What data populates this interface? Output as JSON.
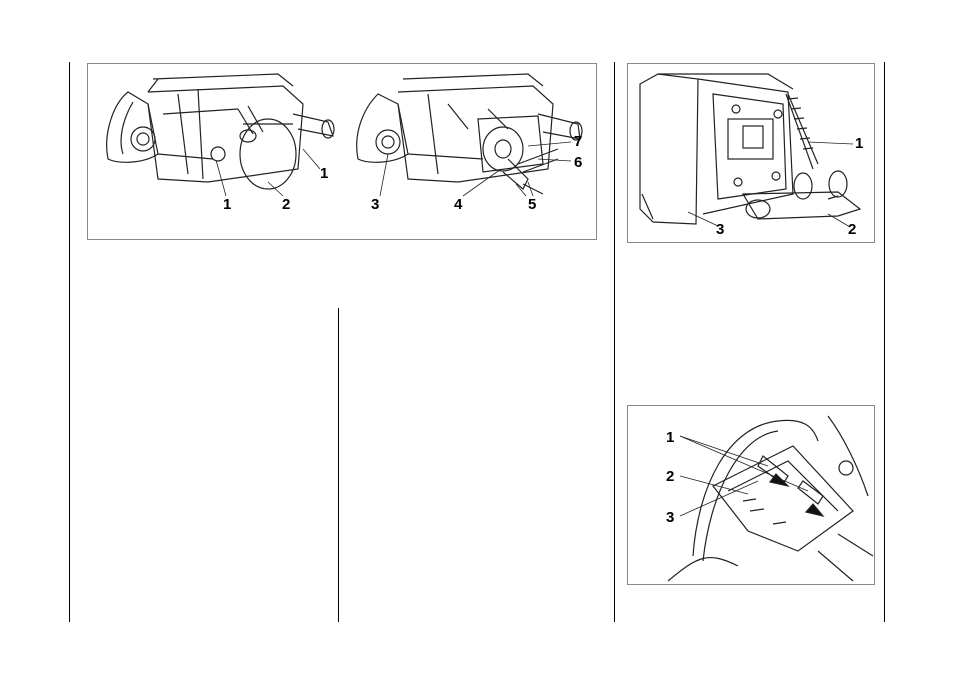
{
  "figures": {
    "headlight": {
      "callouts": [
        "1",
        "2",
        "1",
        "3",
        "4",
        "5",
        "6",
        "7"
      ]
    },
    "taillight": {
      "callouts": [
        "1",
        "2",
        "3"
      ]
    },
    "bulbholder": {
      "callouts": [
        "1",
        "2",
        "3"
      ]
    }
  }
}
